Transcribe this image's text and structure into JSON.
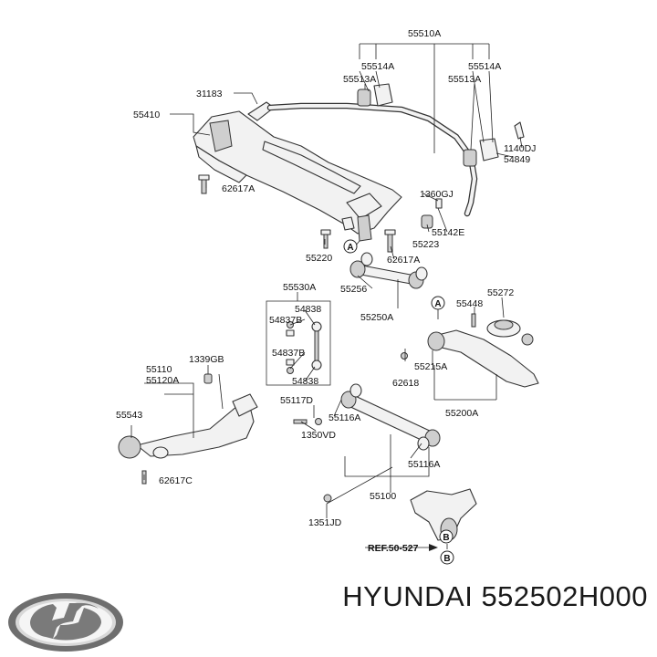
{
  "callouts": {
    "p55510A": "55510A",
    "p55514A_l": "55514A",
    "p55513A_l": "55513A",
    "p55514A_r": "55514A",
    "p55513A_r": "55513A",
    "p31183": "31183",
    "p55410": "55410",
    "p1140DJ": "1140DJ",
    "p54849": "54849",
    "p62617A_l": "62617A",
    "p1360GJ": "1360GJ",
    "p55142E": "55142E",
    "p55223": "55223",
    "p55220": "55220",
    "p62617A_m": "62617A",
    "p55256": "55256",
    "p55250A": "55250A",
    "p55530A": "55530A",
    "p54838_t": "54838",
    "p54837B_t": "54837B",
    "p54837B_b": "54837B",
    "p54838_b": "54838",
    "p55448": "55448",
    "p55272": "55272",
    "p1339GB": "1339GB",
    "p55110": "55110",
    "p55120A": "55120A",
    "p55543": "55543",
    "p62617C": "62617C",
    "p55215A": "55215A",
    "p62618": "62618",
    "p55200A": "55200A",
    "p55117D": "55117D",
    "p55116A_t": "55116A",
    "p1350VD": "1350VD",
    "p55116A_b": "55116A",
    "p55100": "55100",
    "p1351JD": "1351JD",
    "ref": "REF.50-527"
  },
  "markers": {
    "a": "A",
    "b": "B"
  },
  "brand": {
    "name": "HYUNDAI",
    "part_number": "552502H000"
  }
}
